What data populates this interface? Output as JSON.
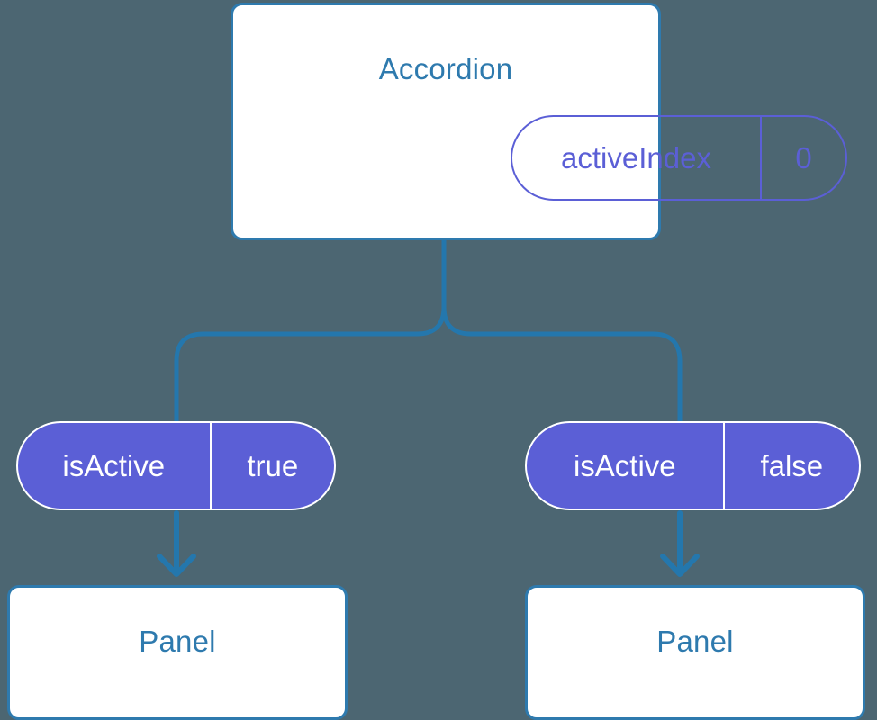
{
  "diagram": {
    "type": "component-tree",
    "background_color": "#4c6672",
    "accent_blue": "#2e7aae",
    "accent_indigo": "#5b5fd6",
    "node_fill": "#ffffff",
    "text_on_fill": "#ffffff"
  },
  "root": {
    "title": "Accordion",
    "state_pill": {
      "key": "activeIndex",
      "value": "0"
    }
  },
  "branches": [
    {
      "side": "left",
      "prop_pill": {
        "key": "isActive",
        "value": "true"
      },
      "child": {
        "title": "Panel"
      },
      "arrow": "arrow-down"
    },
    {
      "side": "right",
      "prop_pill": {
        "key": "isActive",
        "value": "false"
      },
      "child": {
        "title": "Panel"
      },
      "arrow": "arrow-down"
    }
  ]
}
